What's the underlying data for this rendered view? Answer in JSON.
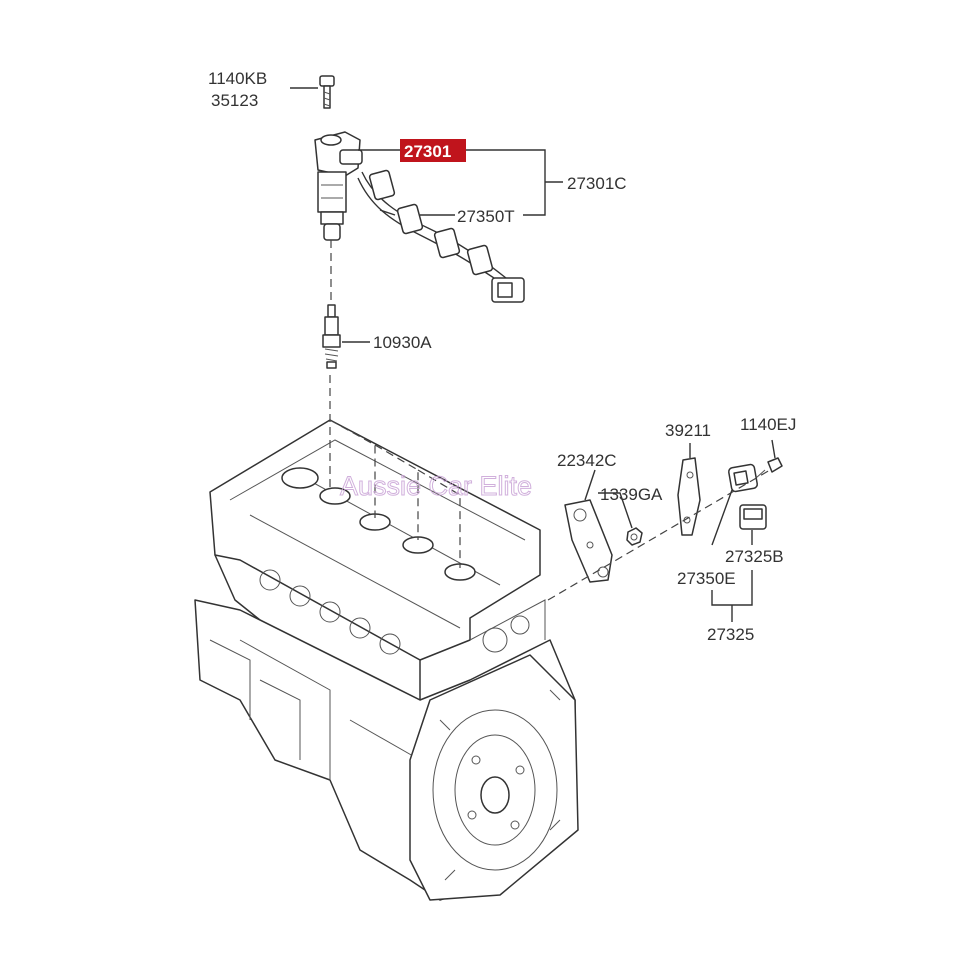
{
  "callouts": {
    "bolt_code_1": "1140KB",
    "bolt_code_2": "35123",
    "ignition_coil": "27301",
    "coil_assembly": "27301C",
    "coil_harness": "27350T",
    "spark_plug": "10930A",
    "bracket": "22342C",
    "nut": "1339GA",
    "sensor_bracket": "39211",
    "sensor_bolt": "1140EJ",
    "sensor_connector": "27325B",
    "sensor_harness": "27350E",
    "knock_sensor": "27325"
  },
  "watermark": "Aussie Car Elite",
  "colors": {
    "highlight": "#c0141c",
    "line": "#333333",
    "watermark": "#c9a3d6"
  }
}
